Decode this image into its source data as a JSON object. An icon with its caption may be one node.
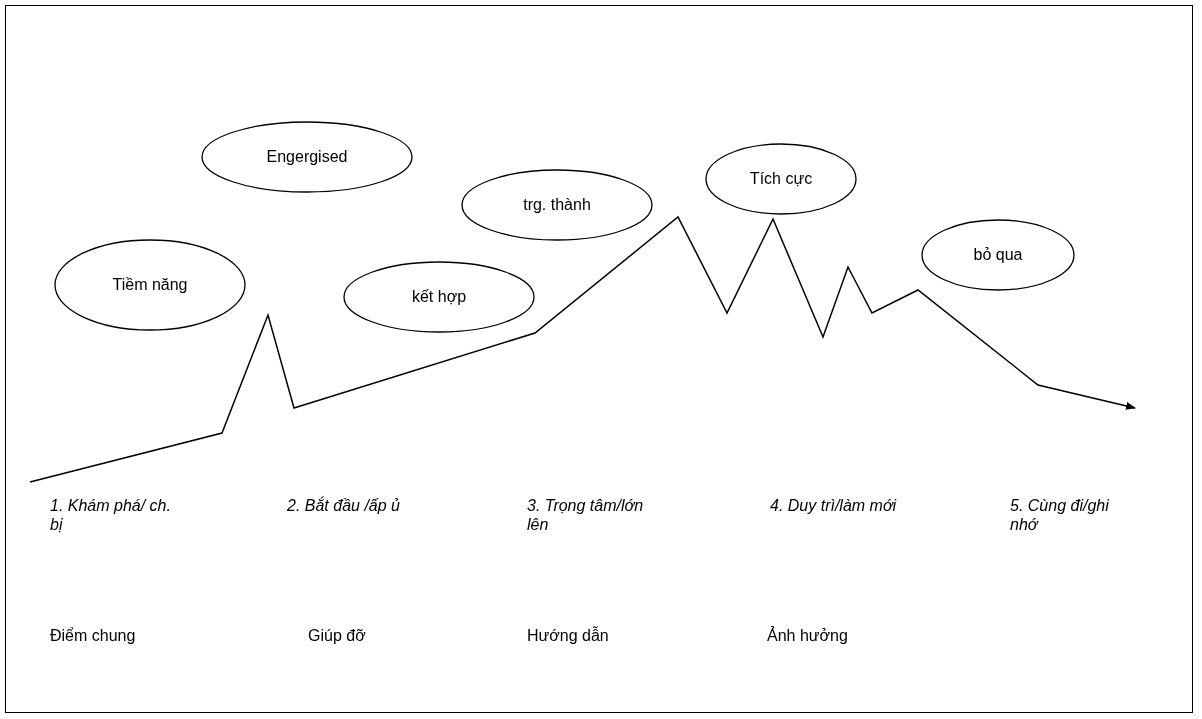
{
  "diagram": {
    "nodes": [
      {
        "text": [
          "Tiềm năng"
        ]
      },
      {
        "text": [
          "Engergised"
        ]
      },
      {
        "text": [
          "kết hợp"
        ]
      },
      {
        "text": [
          "trg. thành"
        ]
      },
      {
        "text": [
          "Tích cực"
        ]
      },
      {
        "text": [
          "bỏ qua"
        ]
      }
    ],
    "edges": [],
    "labels": [
      "1. Khám phá/ ch. bị",
      "2. Bắt đầu /ấp ủ",
      "3. Trọng tâm/lớn lên",
      "4. Duy trì/làm mới",
      "5. Cùng đi/ghi nhớ",
      "Điểm chung",
      "Giúp đỡ",
      "Hướng dẫn",
      "Ảnh hưởng"
    ]
  }
}
